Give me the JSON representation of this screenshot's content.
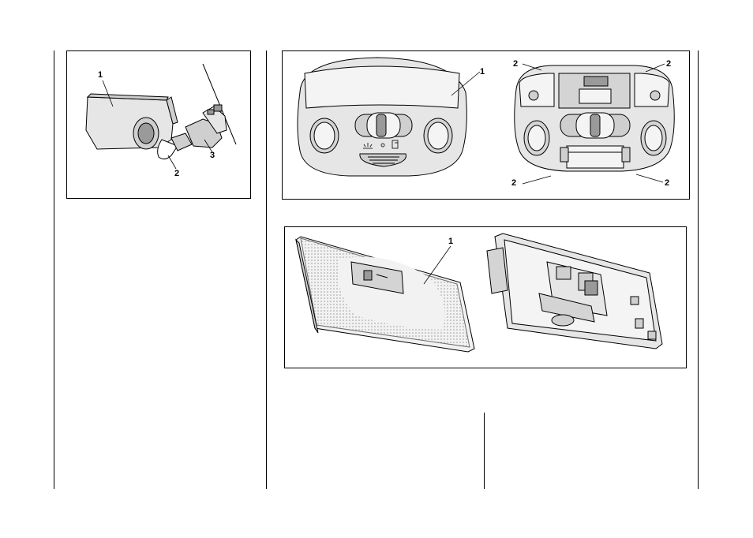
{
  "figure_1": {
    "callouts": [
      "1",
      "2",
      "3"
    ]
  },
  "figure_2": {
    "callouts": [
      "1",
      "2",
      "2",
      "2",
      "2"
    ]
  },
  "figure_3": {
    "callouts": [
      "1"
    ]
  },
  "icons": [
    "bulb-holder-icon",
    "lamp-bulb-icon",
    "roof-lamp-cover-icon",
    "roof-lamp-housing-icon",
    "map-light-lens-icon",
    "map-light-housing-icon",
    "courtesy-light-symbol-icon",
    "door-switch-symbol-icon"
  ],
  "colors": {
    "line": "#000000",
    "fill_light": "#e6e6e6",
    "fill_mid": "#cfcfcf",
    "fill_dark": "#9a9a9a"
  }
}
